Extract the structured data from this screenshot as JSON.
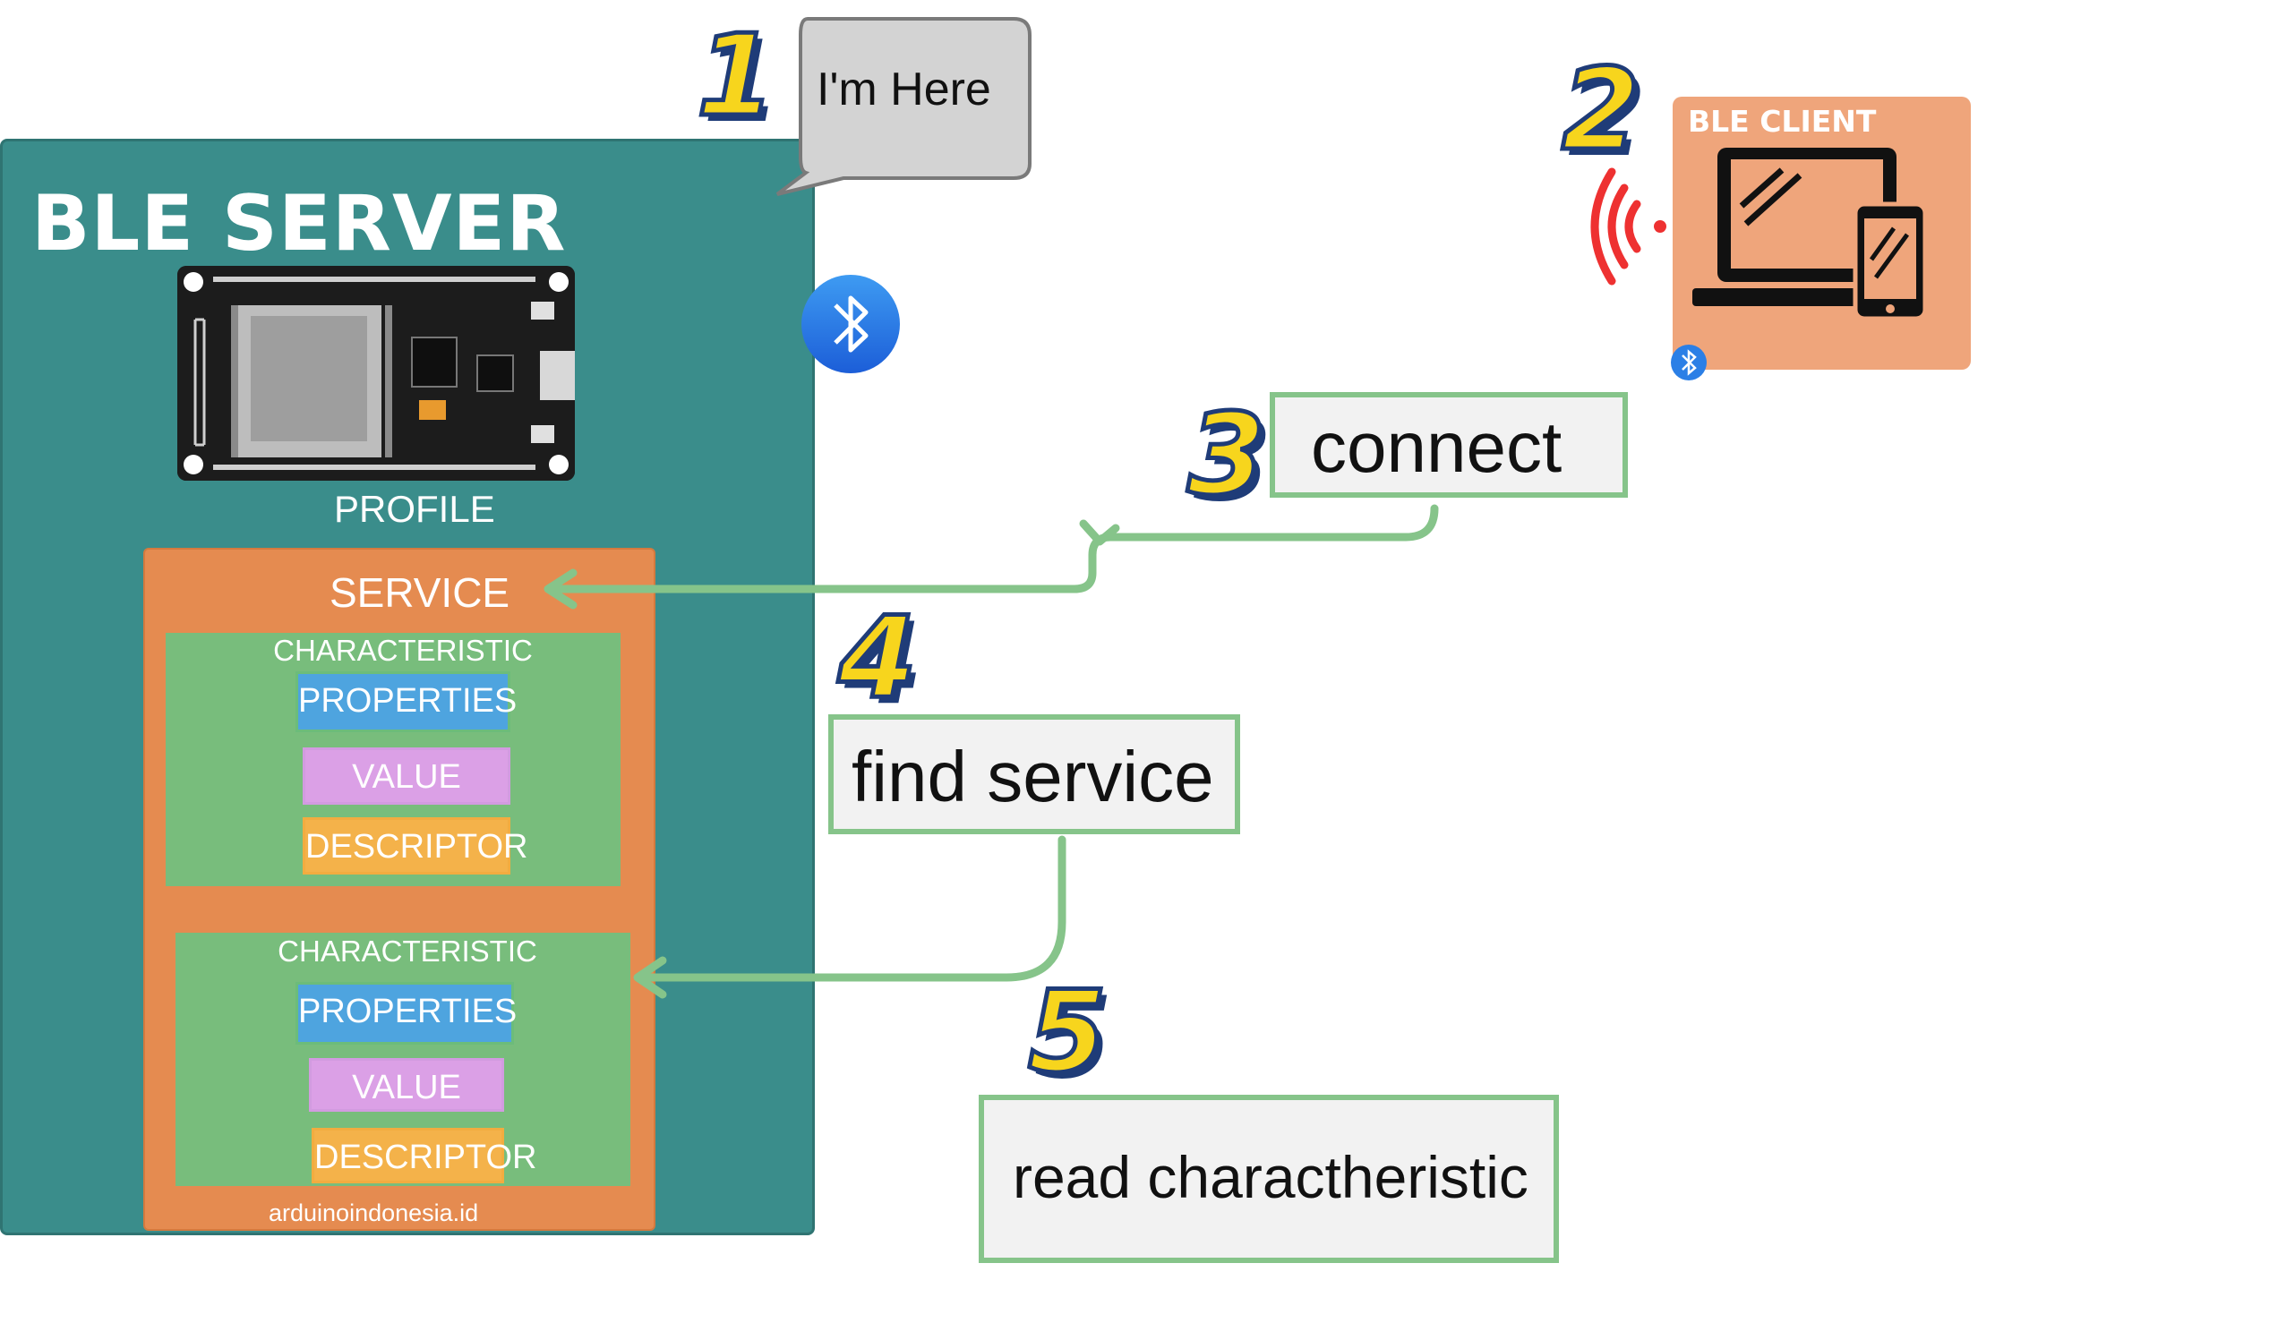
{
  "server": {
    "title": "BLE SERVER",
    "profile": "PROFILE",
    "service": "SERVICE",
    "characteristics": [
      {
        "label": "CHARACTERISTIC",
        "properties": "PROPERTIES",
        "value": "VALUE",
        "descriptor": "DESCRIPTOR"
      },
      {
        "label": "CHARACTERISTIC",
        "properties": "PROPERTIES",
        "value": "VALUE",
        "descriptor": "DESCRIPTOR"
      }
    ],
    "credit": "arduinoindonesia.id"
  },
  "bubble": {
    "text": "I'm  Here"
  },
  "client": {
    "label": "BLE CLIENT"
  },
  "steps": {
    "s1": "1",
    "s2": "2",
    "s3": "3",
    "s4": "4",
    "s5": "5",
    "connect": "connect",
    "find_service": "find service",
    "read_char": "read charactheristic"
  },
  "colors": {
    "server": "#3a8d8b",
    "service": "#e58b50",
    "characteristic": "#78bd7c",
    "properties": "#4ea4df",
    "value": "#dba0e6",
    "descriptor": "#f4b24a",
    "arrow": "#86c48a",
    "client": "#efa57b",
    "step_fill": "#f7d51d",
    "step_outline": "#1f3c78"
  },
  "icons": [
    "esp32-board-icon",
    "bluetooth-icon",
    "speech-bubble-icon",
    "wifi-signal-icon",
    "laptop-phone-icon"
  ]
}
